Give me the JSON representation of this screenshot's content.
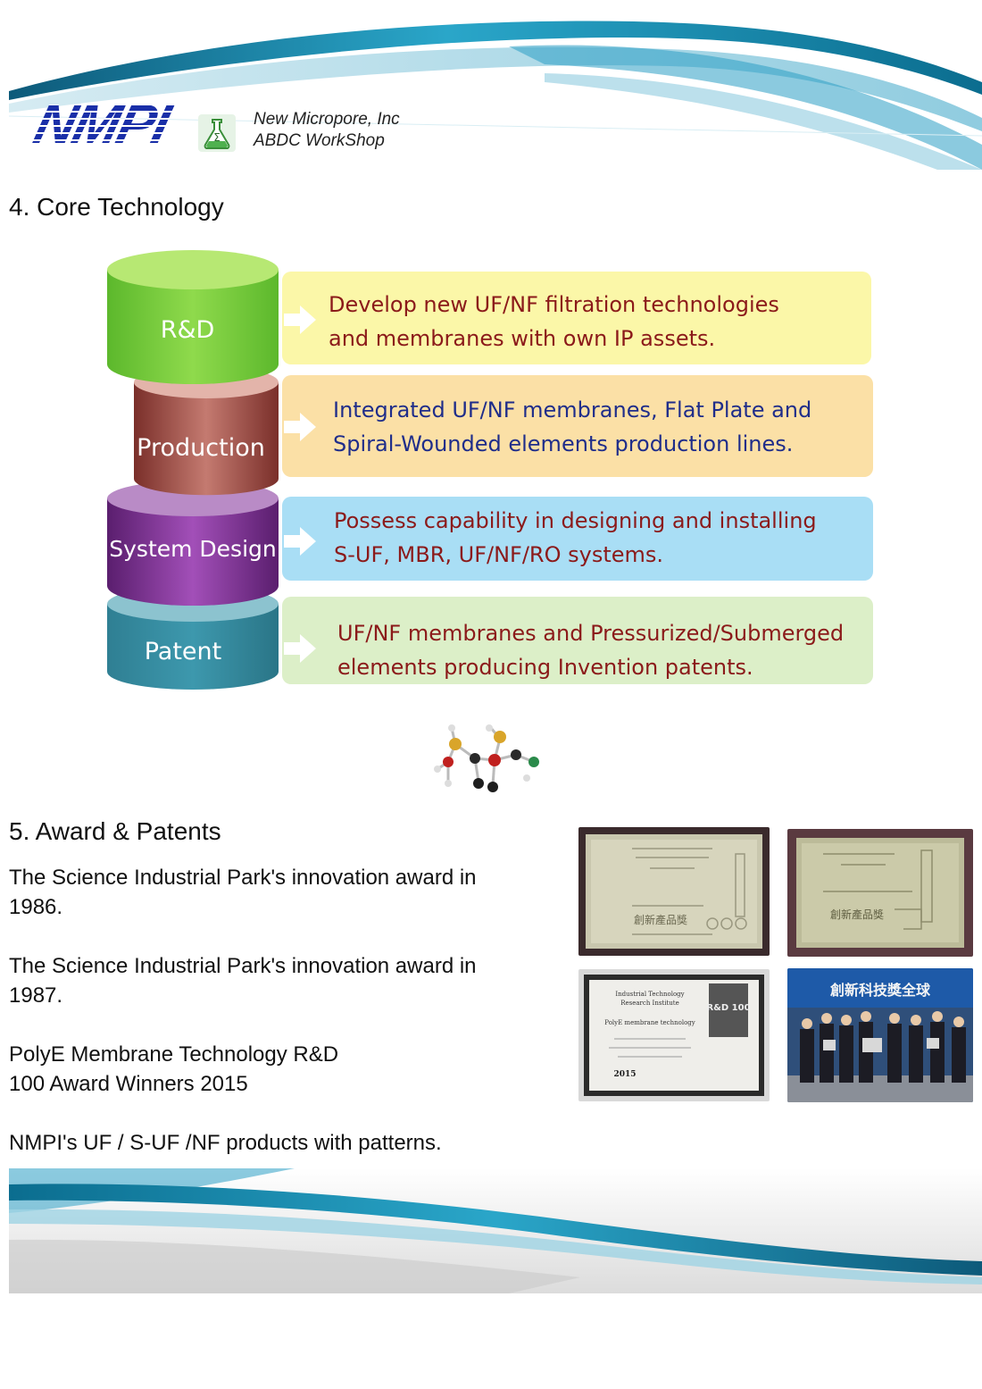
{
  "header": {
    "logo_text": "NMPI",
    "company_line1": "New Micropore, Inc",
    "company_line2": "ABDC WorkShop"
  },
  "section4": {
    "title": "4. Core Technology",
    "rows": [
      {
        "label": "R&D",
        "desc1": "Develop new UF/NF filtration technologies",
        "desc2": "and membranes with own IP assets."
      },
      {
        "label": "Production",
        "desc1": "Integrated UF/NF membranes, Flat Plate and",
        "desc2": "Spiral-Wounded elements production lines."
      },
      {
        "label": "System Design",
        "desc1": "Possess capability in designing and installing",
        "desc2": "S-UF, MBR, UF/NF/RO systems."
      },
      {
        "label": "Patent",
        "desc1": "UF/NF membranes and Pressurized/Submerged",
        "desc2": "elements producing Invention patents."
      }
    ],
    "colors": {
      "rd_box": "#fbf7a8",
      "production_box": "#fbe0a6",
      "design_box": "#a9def5",
      "patent_box": "#dcefc8",
      "rd_text": "#8b1a1a",
      "production_text": "#1f2d8a",
      "design_text": "#8b1a1a",
      "patent_text": "#8b1a1a"
    }
  },
  "section5": {
    "title": "5. Award & Patents",
    "items": [
      {
        "line1": "The Science Industrial Park's innovation award in",
        "line2": "1986."
      },
      {
        "line1": "The Science Industrial Park's innovation award in",
        "line2": "1987."
      },
      {
        "line1": "PolyE Membrane Technology R&D",
        "line2": "100 Award Winners 2015"
      },
      {
        "line1": "NMPI's UF / S-UF /NF products with patterns.",
        "line2": ""
      }
    ],
    "photo1_caption": "創新產品獎",
    "photo2_caption": "創新產品獎",
    "photo3_lines": [
      "Industrial Technology",
      "Research Institute",
      "PolyE membrane technology",
      "2015"
    ],
    "photo3_badge": "R&D 100",
    "photo4_banner": "創新科技獎全球"
  }
}
